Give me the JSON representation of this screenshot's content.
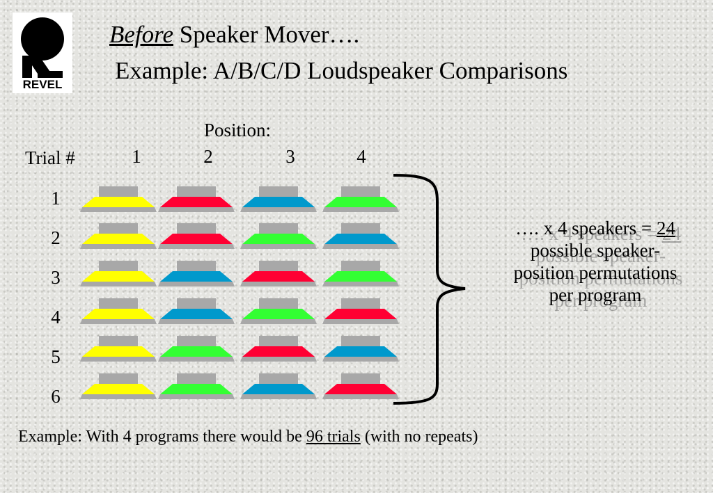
{
  "logo": {
    "text": "REVEL"
  },
  "title": {
    "line1_emphasis": "Before",
    "line1_rest": " Speaker Mover….",
    "line2": "Example: A/B/C/D Loudspeaker Comparisons"
  },
  "grid": {
    "position_label": "Position:",
    "trial_label": "Trial #",
    "positions": [
      "1",
      "2",
      "3",
      "4"
    ],
    "trials": [
      "1",
      "2",
      "3",
      "4",
      "5",
      "6"
    ],
    "colors": {
      "yellow": "#ffff00",
      "red": "#ff0033",
      "blue": "#0099cc",
      "green": "#33ff33",
      "gray": "#a8a8a8"
    },
    "arrangement": [
      [
        "yellow",
        "red",
        "blue",
        "green"
      ],
      [
        "yellow",
        "red",
        "green",
        "blue"
      ],
      [
        "yellow",
        "blue",
        "red",
        "green"
      ],
      [
        "yellow",
        "blue",
        "green",
        "red"
      ],
      [
        "yellow",
        "green",
        "red",
        "blue"
      ],
      [
        "yellow",
        "green",
        "blue",
        "red"
      ]
    ]
  },
  "result": {
    "prefix": "…. x 4 speakers  = ",
    "count": "24",
    "line2": "possible speaker-",
    "line3": "position permutations",
    "line4": "per program"
  },
  "footer": {
    "prefix": "Example: With 4 programs there would be  ",
    "trials": "96 trials",
    "suffix": " (with no repeats)"
  }
}
